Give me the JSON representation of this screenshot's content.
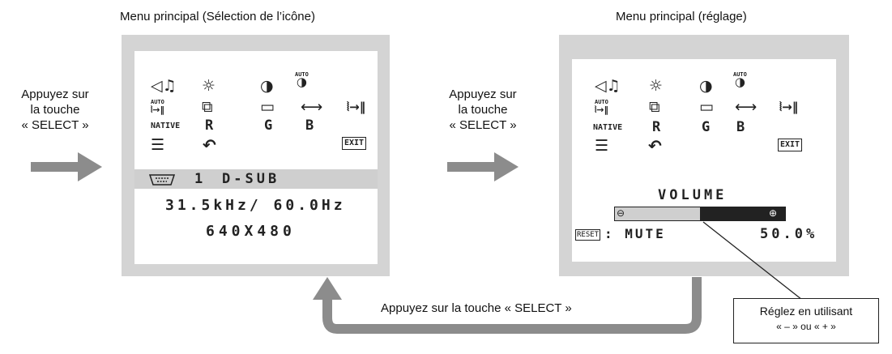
{
  "left_panel": {
    "caption": "Menu principal (Sélection de l’icône)",
    "source_number": "1",
    "source_name": "D-SUB",
    "frequency": "31.5kHz/ 60.0Hz",
    "resolution": "640X480"
  },
  "right_panel": {
    "caption": "Menu principal (réglage)",
    "setting_name": "VOLUME",
    "reset_label": "RESET",
    "mute_label": ": MUTE",
    "value": "50.0%",
    "level_fraction": 0.5
  },
  "instructions": {
    "left_lines": [
      "Appuyez sur",
      "la touche",
      "« SELECT »"
    ],
    "middle_lines": [
      "Appuyez sur",
      "la touche",
      "« SELECT »"
    ],
    "bottom": "Appuyez sur la touche « SELECT »"
  },
  "callout": {
    "line1": "Réglez en utilisant",
    "line2": "« – » ou « + »"
  },
  "menu_icons": {
    "auto": "AUTO",
    "native": "NATIVE",
    "r": "R",
    "g": "G",
    "b": "B",
    "exit": "EXIT"
  },
  "colors": {
    "screen_bg": "#d4d4d4",
    "arrow": "#8c8c8c",
    "band": "#cfcfcf"
  }
}
